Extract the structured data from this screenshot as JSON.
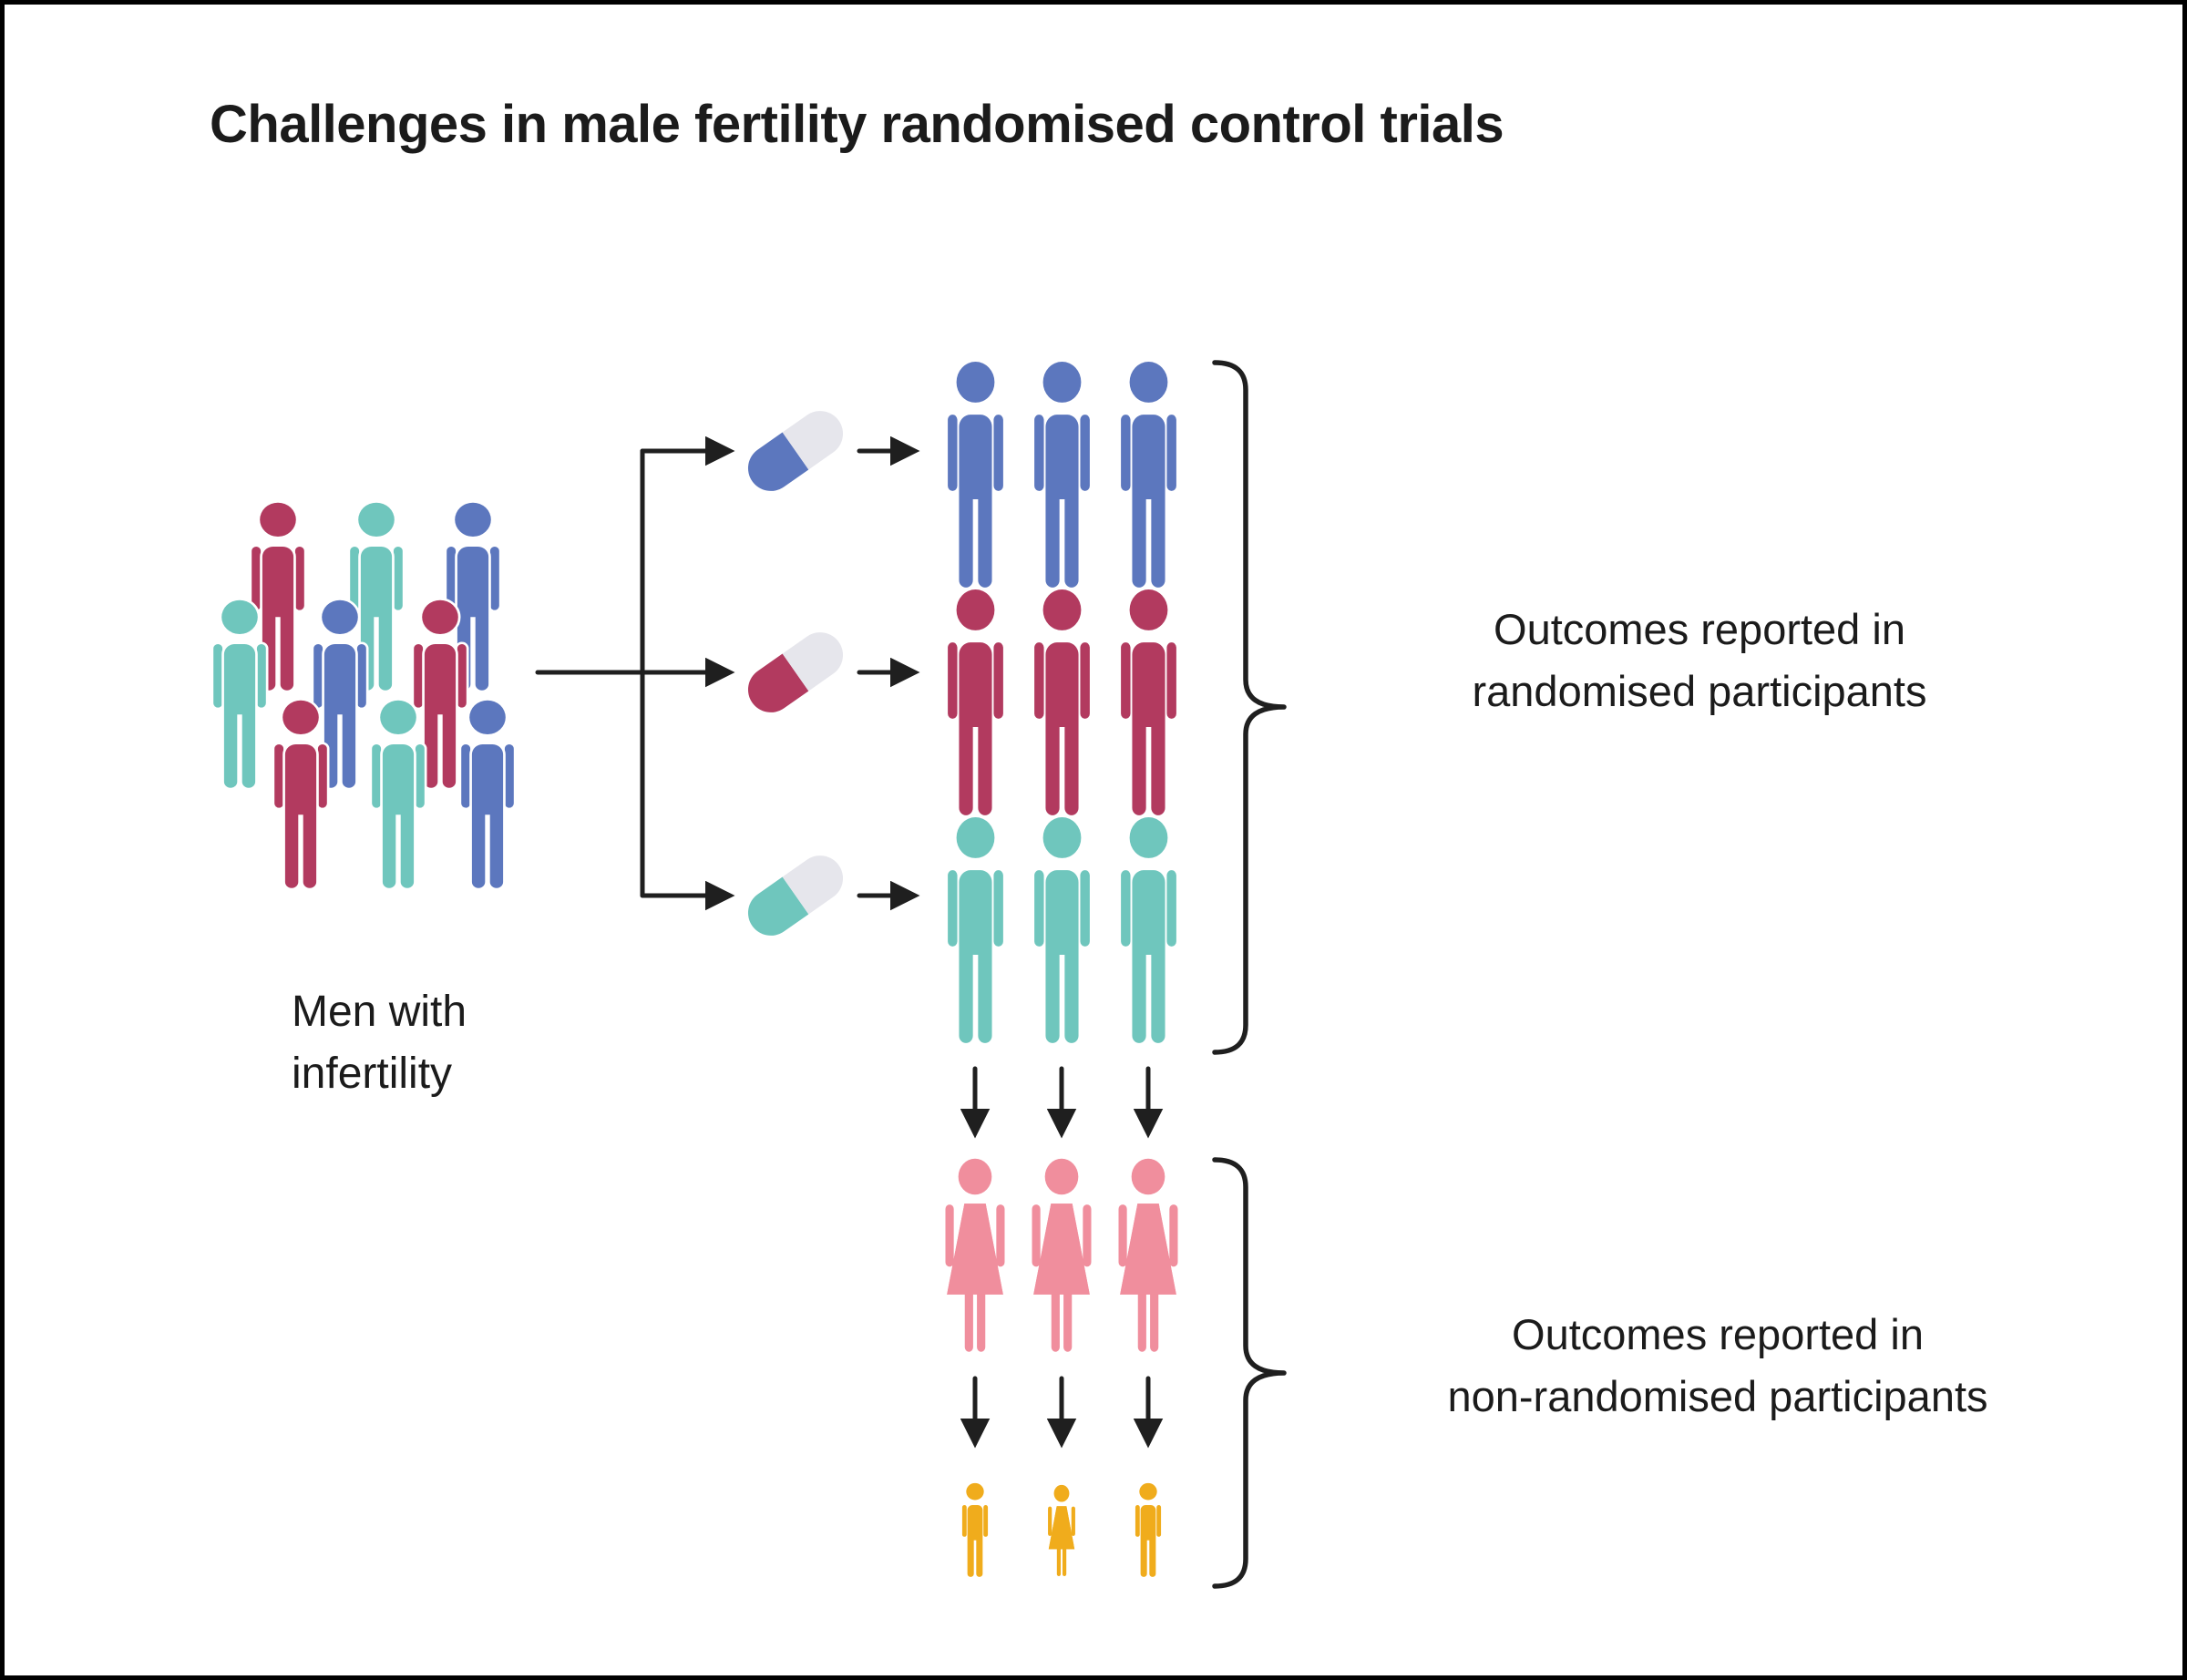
{
  "title": "Challenges in male fertility randomised control trials",
  "labels": {
    "men_group": "Men with\ninfertility",
    "randomised_outcomes": "Outcomes reported in\nrandomised participants",
    "non_randomised_outcomes": "Outcomes reported in\nnon-randomised participants"
  },
  "colors": {
    "blue": "#5C77BE",
    "crimson": "#B23A5F",
    "teal": "#6FC6BD",
    "pink": "#F08E9D",
    "yellow": "#F0AC1C",
    "pill_shell": "#E6E6EC",
    "line": "#1F1F1F",
    "text": "#1B1B1B",
    "background": "#FFFFFF",
    "border": "#000000"
  },
  "icons": {
    "man": "man-pictogram-icon",
    "woman": "woman-pictogram-icon",
    "child": "child-pictogram-icon",
    "pill": "capsule-pill-icon",
    "arrow": "arrow-icon",
    "brace": "curly-brace"
  },
  "diagram": {
    "source_group": {
      "description": "Men with infertility",
      "count": 9,
      "colors": [
        "crimson",
        "teal",
        "blue"
      ]
    },
    "treatment_arms": [
      {
        "name": "arm-1",
        "pill_color": "blue",
        "participants": 3,
        "participant_color": "blue"
      },
      {
        "name": "arm-2",
        "pill_color": "crimson",
        "participants": 3,
        "participant_color": "crimson"
      },
      {
        "name": "arm-3",
        "pill_color": "teal",
        "participants": 3,
        "participant_color": "teal"
      }
    ],
    "non_randomised": {
      "partners": {
        "count": 3,
        "color": "pink"
      },
      "offspring": {
        "count": 3,
        "color": "yellow"
      }
    }
  }
}
